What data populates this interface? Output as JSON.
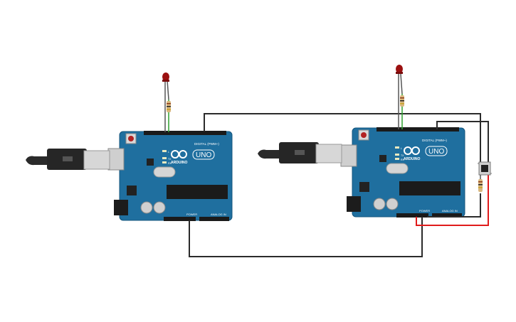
{
  "boards": [
    {
      "id": "left",
      "logo_text": "ARDUINO",
      "model": "UNO",
      "digital_label": "DIGITAL (PWM~)",
      "power_label": "POWER",
      "analog_label": "ANALOG IN",
      "tx_label": "TX",
      "rx_label": "RX",
      "l_label": "L"
    },
    {
      "id": "right",
      "logo_text": "ARDUINO",
      "model": "UNO",
      "digital_label": "DIGITAL (PWM~)",
      "power_label": "POWER",
      "analog_label": "ANALOG IN",
      "tx_label": "TX",
      "rx_label": "RX",
      "l_label": "L"
    }
  ],
  "colors": {
    "board": "#1f6f9f",
    "board_edge": "#14557d",
    "wire_black": "#2b2b2b",
    "wire_red": "#e01b1b",
    "wire_green": "#2fa02f",
    "led": "#9b1010",
    "resistor": "#d8b77e",
    "usb_cable": "#2a2a2a",
    "usb_plug": "#d7d7d7"
  },
  "components": {
    "left_led": "led-icon",
    "right_led": "led-icon",
    "push_button": "pushbutton-icon",
    "resistors": "resistor-icon",
    "usb_cables": "usb-cable-icon"
  }
}
